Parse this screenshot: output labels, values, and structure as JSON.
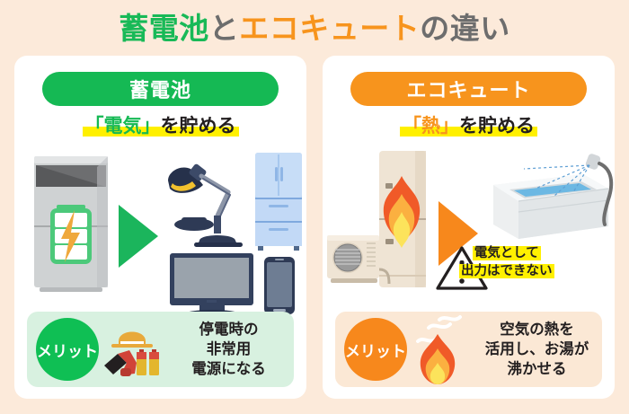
{
  "title": {
    "part1": "蓄電池",
    "part2": "と",
    "part3": "エコキュート",
    "part4": "の違い",
    "color_green": "#18B957",
    "color_orange": "#F7941D",
    "color_gray": "#6D6D6D"
  },
  "background_color": "#FCEADA",
  "left_panel": {
    "pill_label": "蓄電池",
    "pill_color": "#15B954",
    "sub_quoted": "「電気」",
    "sub_rest": "を貯める",
    "highlight_color": "#FFF000",
    "illustration": {
      "source_icon": "battery-storage-unit-icon",
      "arrow_icon": "green-arrow-icon",
      "arrow_color": "#1BB55C",
      "device_icons": [
        "desk-lamp-icon",
        "refrigerator-icon",
        "television-icon",
        "smartphone-icon"
      ]
    },
    "merit": {
      "badge_label": "メリット",
      "badge_color": "#0FBF54",
      "box_color": "#D8F1E0",
      "icons": [
        "helmet-icon",
        "flashlight-icon",
        "batteries-icon"
      ],
      "text_lines": [
        "停電時の",
        "非常用",
        "電源になる"
      ]
    }
  },
  "right_panel": {
    "pill_label": "エコキュート",
    "pill_color": "#F7941D",
    "sub_quoted": "「熱」",
    "sub_rest": "を貯める",
    "highlight_color": "#FFF000",
    "illustration": {
      "source_icons": [
        "heat-pump-outdoor-unit-icon",
        "hot-water-tank-icon",
        "flame-icon"
      ],
      "arrow_icon": "orange-arrow-icon",
      "arrow_color": "#F7881C",
      "result_icons": [
        "bathtub-icon",
        "shower-head-icon"
      ]
    },
    "warning": {
      "icon": "warning-triangle-icon",
      "text_lines": [
        "電気として",
        "出力はできない"
      ]
    },
    "merit": {
      "badge_label": "メリット",
      "badge_color": "#F7881C",
      "box_color": "#FBE8D5",
      "icons": [
        "flame-icon",
        "heat-wave-icon"
      ],
      "text_lines": [
        "空気の熱を",
        "活用し、お湯が",
        "沸かせる"
      ]
    }
  }
}
